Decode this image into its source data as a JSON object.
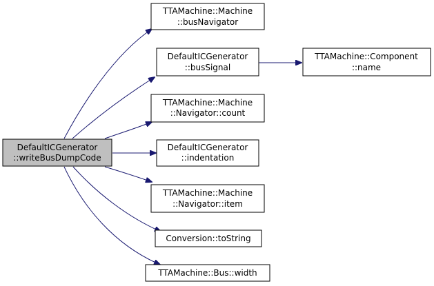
{
  "graph": {
    "colors": {
      "root_fill": "#bfbfbf",
      "node_fill": "#ffffff",
      "border": "#000000",
      "edge": "#191970"
    },
    "root": {
      "lines": [
        "DefaultICGenerator",
        "::writeBusDumpCode"
      ]
    },
    "callees": [
      {
        "id": "busNavigator",
        "lines": [
          "TTAMachine::Machine",
          "::busNavigator"
        ]
      },
      {
        "id": "busSignal",
        "lines": [
          "DefaultICGenerator",
          "::busSignal"
        ]
      },
      {
        "id": "count",
        "lines": [
          "TTAMachine::Machine",
          "::Navigator::count"
        ]
      },
      {
        "id": "indentation",
        "lines": [
          "DefaultICGenerator",
          "::indentation"
        ]
      },
      {
        "id": "item",
        "lines": [
          "TTAMachine::Machine",
          "::Navigator::item"
        ]
      },
      {
        "id": "toString",
        "lines": [
          "Conversion::toString"
        ]
      },
      {
        "id": "width",
        "lines": [
          "TTAMachine::Bus::width"
        ]
      }
    ],
    "second_level": [
      {
        "id": "name",
        "parent": "busSignal",
        "lines": [
          "TTAMachine::Component",
          "::name"
        ]
      }
    ]
  }
}
